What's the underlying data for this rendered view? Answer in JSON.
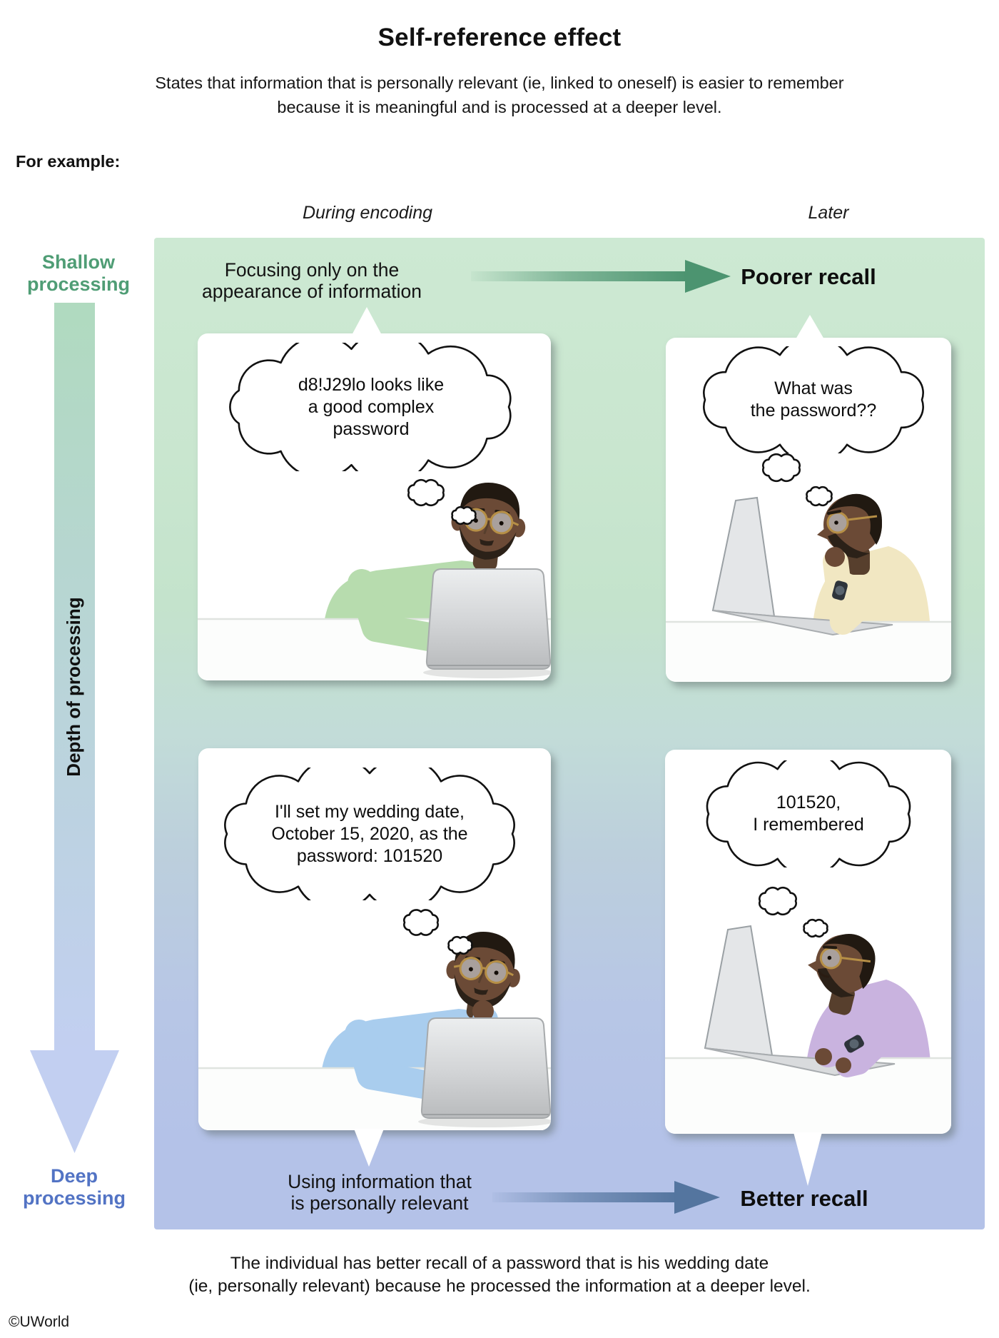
{
  "header": {
    "title": "Self-reference effect",
    "subtitle_line1": "States that information that is personally relevant (ie, linked to oneself) is easier to remember",
    "subtitle_line2": "because it is meaningful and is processed at a deeper level.",
    "example_label": "For example:"
  },
  "columns": {
    "during_encoding": "During encoding",
    "later": "Later"
  },
  "axis": {
    "shallow_line1": "Shallow",
    "shallow_line2": "processing",
    "depth_label": "Depth of processing",
    "deep_line1": "Deep",
    "deep_line2": "processing"
  },
  "shallow_row": {
    "encoding_caption_line1": "Focusing only on the",
    "encoding_caption_line2": "appearance of information",
    "result_label": "Poorer recall",
    "encoding_bubble": [
      "d8!J29lo looks like",
      "a good complex",
      "password"
    ],
    "later_bubble": [
      "What was",
      "the password??"
    ]
  },
  "deep_row": {
    "encoding_caption_line1": "Using information that",
    "encoding_caption_line2": "is personally relevant",
    "result_label": "Better recall",
    "encoding_bubble": [
      "I'll set my wedding date,",
      "October 15, 2020, as the",
      "password: 101520"
    ],
    "later_bubble": [
      "101520,",
      "I remembered"
    ]
  },
  "footer": {
    "caption_line1": "The individual has better recall of a password that is his wedding date",
    "caption_line2": "(ie, personally relevant) because he processed the information at a deeper level.",
    "copyright": "©UWorld"
  },
  "colors": {
    "panel_top": "#cde9d3",
    "panel_mid": "#c2dcd8",
    "panel_bottom": "#b4c2e8",
    "shallow_text": "#4f9d75",
    "deep_text": "#5273c4",
    "green_arrow": "#4c9470",
    "blue_arrow": "#54759f",
    "depth_bar_top": "#b0dabf",
    "depth_bar_bottom": "#c2cff1"
  },
  "illustrations": {
    "shallow_encoding": {
      "sweater": "#b7dcae",
      "pose": "front"
    },
    "shallow_later": {
      "sweater": "#f1e7c2",
      "pose": "side-chin"
    },
    "deep_encoding": {
      "sweater": "#a9cdee",
      "pose": "front-chin"
    },
    "deep_later": {
      "sweater": "#c9b3df",
      "pose": "side-typing"
    }
  }
}
